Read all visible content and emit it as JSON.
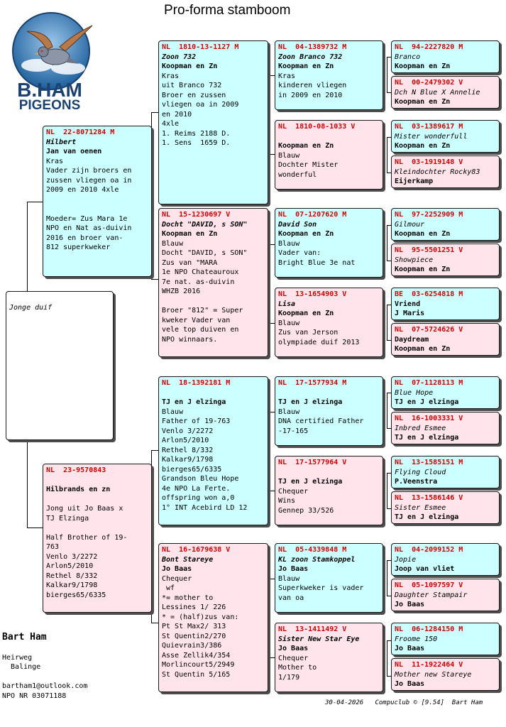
{
  "title": "Pro-forma stamboom",
  "logo": {
    "text_line1": "B.HAM",
    "text_line2": "PIGEONS"
  },
  "subject": {
    "lines": [
      "Jonge duif"
    ]
  },
  "g1": [
    {
      "lines": [
        "NL  22-8071284 M",
        "Hilbert",
        "Jan van oenen",
        "Kras",
        "Vader zijn broers en",
        "zussen vliegen oa in",
        "2009 en 2010 4xle",
        "",
        "",
        "Moeder= Zus Mara 1e",
        "NPO en Nat as-duivin",
        "2016 en broer van-",
        "812 superkweker"
      ]
    },
    {
      "lines": [
        "NL  23-9570843",
        "",
        "Hilbrands en zn",
        "",
        "Jong uit Jo Baas x",
        "TJ Elzinga",
        "",
        "Half Brother of 19-",
        "763",
        "Venlo 3/2272",
        "Arlon5/2010",
        "Rethel 8/332",
        "Kalkar9/1798",
        "bierges65/6335"
      ]
    }
  ],
  "g2": [
    {
      "lines": [
        "NL  1810-13-1127 M",
        "Zoon 732",
        "Koopman en Zn",
        "Kras",
        "uit Branco 732",
        "Broer en zussen",
        "vliegen oa in 2009",
        "en 2010",
        "4xle",
        "1. Reims 2188 D.",
        "1. Sens  1659 D."
      ]
    },
    {
      "lines": [
        "NL  15-1230697 V",
        "Docht \"DAVID, s SON\"",
        "Koopman en Zn",
        "Blauw",
        "Docht \"DAVID, s SON\"",
        "Zus van \"MARA",
        "1e NPO Chateauroux",
        "7e nat. as-duivin",
        "WHZB 2016",
        "",
        "Broer \"812\" = Super",
        "kweker Vader van",
        "vele top duiven en",
        "NPO winnaars."
      ]
    },
    {
      "lines": [
        "NL  18-1392181 M",
        "",
        "TJ en J elzinga",
        "Blauw",
        "Father of 19-763",
        "Venlo 3/2272",
        "Arlon5/2010",
        "Rethel 8/332",
        "Kalkar9/1798",
        "bierges65/6335",
        "Grandson Bleu Hope",
        "4e NPO La Ferte.",
        "offspring won a,0",
        "1° INT Acebird LD 12"
      ]
    },
    {
      "lines": [
        "NL  16-1679638 V",
        "Bont Stareye",
        "Jo Baas",
        "Chequer",
        " wf",
        "*= mother to",
        "Lessines 1/ 226",
        "* = (half)zus van:",
        "Pt St Max2/ 313",
        "St Quentin2/270",
        "Quievrain3/386",
        "Asse Zellik4/354",
        "Morlincourt5/2949",
        "St Quentin 5/165"
      ]
    }
  ],
  "g3": [
    {
      "lines": [
        "NL  04-1389732 M",
        "Zoon Branco 732",
        "Koopman en Zn",
        "Kras",
        "kinderen vliegen",
        "in 2009 en 2010"
      ]
    },
    {
      "lines": [
        "NL  1810-08-1033 V",
        "",
        "Koopman en Zn",
        "Blauw",
        "Dochter Mister",
        "wonderful"
      ]
    },
    {
      "lines": [
        "NL  07-1207620 M",
        "David Son",
        "Koopman en Zn",
        "Blauw",
        "Vader van:",
        "Bright Blue 3e nat"
      ]
    },
    {
      "lines": [
        "NL  13-1654903 V",
        "Lisa",
        "Koopman en Zn",
        "Blauw",
        "Zus van Jerson",
        "olympiade duif 2013"
      ]
    },
    {
      "lines": [
        "NL  17-1577934 M",
        "",
        "TJ en J elzinga",
        "Blauw",
        "DNA certified Father",
        "-17-165"
      ]
    },
    {
      "lines": [
        "NL  17-1577964 V",
        "",
        "TJ en J elzinga",
        "Chequer",
        "Wins",
        "Gennep 33/526"
      ]
    },
    {
      "lines": [
        "NL  05-4339848 M",
        "KL zoon Stamkoppel",
        "Jo Baas",
        "Blauw",
        "Superkweker is vader",
        "van oa"
      ]
    },
    {
      "lines": [
        "NL  13-1411492 V",
        "Sister New Star Eye",
        "Jo Baas",
        "Chequer",
        "Mother to",
        "1/179"
      ]
    }
  ],
  "g4": [
    {
      "lines": [
        "NL  94-2227820 M",
        "Branco",
        "Koopman en Zn"
      ]
    },
    {
      "lines": [
        "NL  00-2479302 V",
        "Dch N Blue X Annelie",
        "Koopman en Zn"
      ]
    },
    {
      "lines": [
        "NL  03-1389617 M",
        "Mister wonderfull",
        "Koopman en Zn"
      ]
    },
    {
      "lines": [
        "NL  03-1919148 V",
        "Kleindochter Rocky83",
        "Eijerkamp"
      ]
    },
    {
      "lines": [
        "NL  97-2252909 M",
        "Gilmour",
        "Koopman en Zn"
      ]
    },
    {
      "lines": [
        "NL  95-5501251 V",
        "Showpiece",
        "Koopman en Zn"
      ]
    },
    {
      "lines": [
        "BE  03-6254818 M",
        "Vriend",
        "J Maris"
      ]
    },
    {
      "lines": [
        "NL  07-5724626 V",
        "Daydream",
        "Koopman en Zn"
      ]
    },
    {
      "lines": [
        "NL  07-1128113 M",
        "Blue Hope",
        "TJ en J elzinga"
      ]
    },
    {
      "lines": [
        "NL  16-1003331 V",
        "Inbred Esmee",
        "TJ en J elzinga"
      ]
    },
    {
      "lines": [
        "NL  13-1585151 M",
        "Flying Cloud",
        "P.Veenstra"
      ]
    },
    {
      "lines": [
        "NL  13-1586146 V",
        "Sister Esmee",
        "TJ en J elzinga"
      ]
    },
    {
      "lines": [
        "NL  04-2099152 M",
        "Jopie",
        "Joop van vliet"
      ]
    },
    {
      "lines": [
        "NL  05-1097597 V",
        "Daughter Stampair",
        "Jo Baas"
      ]
    },
    {
      "lines": [
        "NL  06-1284150 M",
        "Froome 150",
        "Jo Baas"
      ]
    },
    {
      "lines": [
        "NL  11-1922464 V",
        "Mother new Stareye",
        "Jo Baas"
      ]
    }
  ],
  "owner": {
    "name": "Bart Ham",
    "street": "Heirweg",
    "city": "  Balinge",
    "email": "bartham1@outlook.com",
    "npo": "NPO NR 03071188"
  },
  "footer": "30-04-2026   Compuclub © [9.54]  Bart Ham"
}
